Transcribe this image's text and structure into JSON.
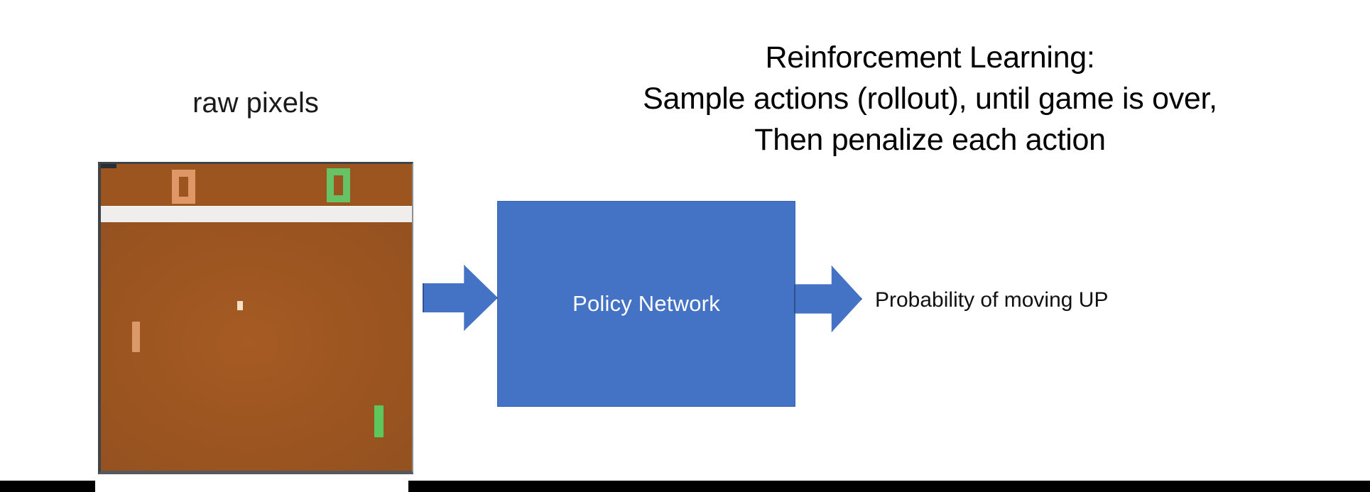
{
  "heading": {
    "lines": [
      "Reinforcement Learning:",
      "Sample actions (rollout), until game is over,",
      "Then penalize each action"
    ]
  },
  "raw_pixels": {
    "caption": "raw pixels"
  },
  "game": {
    "name": "pong-frame",
    "scores": {
      "left_player": "0",
      "right_player": "0"
    },
    "colors": {
      "field": "#9d5520",
      "divider": "#f0eeec",
      "left_paddle": "#dc9a6a",
      "right_paddle": "#5dc75e",
      "ball": "#f3e2c8",
      "left_score": "#e09767",
      "right_score": "#65c366",
      "border": "#3f4448"
    }
  },
  "pipeline": {
    "input_arrow": "arrow-right",
    "policy_box": {
      "label": "Policy Network",
      "fill": "#4472c4",
      "text_color": "#ffffff"
    },
    "output_arrow": "arrow-right",
    "output_label": "Probability of moving UP"
  },
  "footer": {
    "bars": [
      "black-bar-left",
      "black-bar-right"
    ],
    "color": "#000000"
  }
}
